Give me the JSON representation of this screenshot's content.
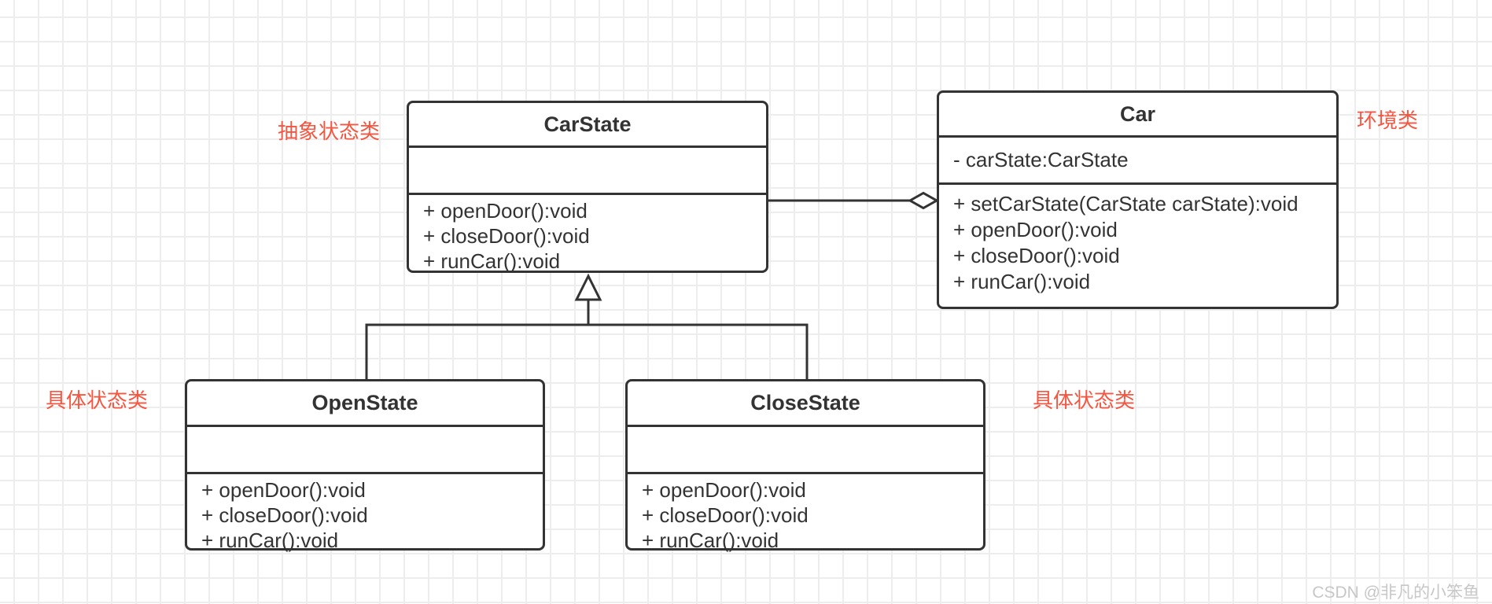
{
  "diagram": {
    "classes": [
      {
        "name": "CarState",
        "attributes": [],
        "methods": [
          "+ openDoor():void",
          "+ closeDoor():void",
          "+ runCar():void"
        ]
      },
      {
        "name": "Car",
        "attributes": [
          "- carState:CarState"
        ],
        "methods": [
          "+ setCarState(CarState carState):void",
          "+ openDoor():void",
          "+ closeDoor():void",
          "+ runCar():void"
        ]
      },
      {
        "name": "OpenState",
        "attributes": [],
        "methods": [
          "+ openDoor():void",
          "+ closeDoor():void",
          "+ runCar():void"
        ]
      },
      {
        "name": "CloseState",
        "attributes": [],
        "methods": [
          "+ openDoor():void",
          "+ closeDoor():void",
          "+ runCar():void"
        ]
      }
    ],
    "annotations": [
      {
        "text": "抽象状态类",
        "target": "CarState"
      },
      {
        "text": "环境类",
        "target": "Car"
      },
      {
        "text": "具体状态类",
        "target": "OpenState"
      },
      {
        "text": "具体状态类",
        "target": "CloseState"
      }
    ],
    "relationships": [
      {
        "type": "generalization",
        "from": "OpenState",
        "to": "CarState"
      },
      {
        "type": "generalization",
        "from": "CloseState",
        "to": "CarState"
      },
      {
        "type": "aggregation",
        "from": "CarState",
        "to": "Car"
      }
    ],
    "watermark": "CSDN @非凡的小笨鱼",
    "colors": {
      "annotation_red": "#f65540",
      "line": "#333333",
      "grid": "#ededed",
      "watermark_gray": "#c7c7c7"
    }
  }
}
